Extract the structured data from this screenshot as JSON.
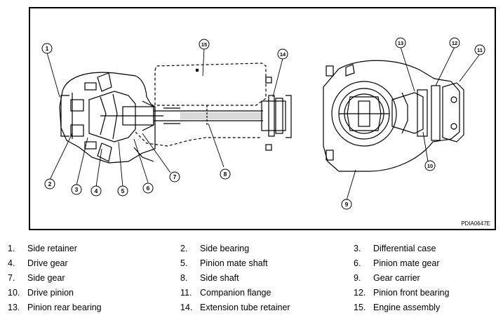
{
  "figure_code": "PDIA0647E",
  "callouts": [
    "1",
    "2",
    "3",
    "4",
    "5",
    "6",
    "7",
    "8",
    "9",
    "10",
    "11",
    "12",
    "13",
    "14",
    "15"
  ],
  "legend": [
    {
      "num": "1.",
      "label": "Side retainer"
    },
    {
      "num": "2.",
      "label": "Side bearing"
    },
    {
      "num": "3.",
      "label": "Differential case"
    },
    {
      "num": "4.",
      "label": "Drive gear"
    },
    {
      "num": "5.",
      "label": "Pinion mate shaft"
    },
    {
      "num": "6.",
      "label": "Pinion mate gear"
    },
    {
      "num": "7.",
      "label": "Side gear"
    },
    {
      "num": "8.",
      "label": "Side shaft"
    },
    {
      "num": "9.",
      "label": "Gear carrier"
    },
    {
      "num": "10.",
      "label": "Drive pinion"
    },
    {
      "num": "11.",
      "label": "Companion flange"
    },
    {
      "num": "12.",
      "label": "Pinion front bearing"
    },
    {
      "num": "13.",
      "label": "Pinion rear bearing"
    },
    {
      "num": "14.",
      "label": "Extension tube retainer"
    },
    {
      "num": "15.",
      "label": "Engine assembly"
    }
  ]
}
